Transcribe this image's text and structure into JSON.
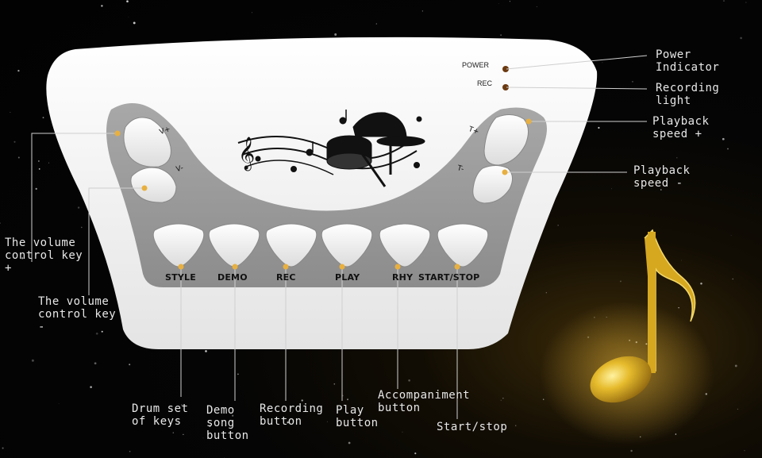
{
  "panel": {
    "indicators": [
      {
        "id": "power",
        "label": "POWER"
      },
      {
        "id": "rec",
        "label": "REC"
      }
    ],
    "volume_keys": [
      {
        "id": "vplus",
        "label": "V+"
      },
      {
        "id": "vminus",
        "label": "V-"
      }
    ],
    "tempo_keys": [
      {
        "id": "tplus",
        "label": "T+"
      },
      {
        "id": "tminus",
        "label": "T-"
      }
    ],
    "buttons": [
      {
        "id": "style",
        "label": "STYLE"
      },
      {
        "id": "demo",
        "label": "DEMO"
      },
      {
        "id": "rec",
        "label": "REC"
      },
      {
        "id": "play",
        "label": "PLAY"
      },
      {
        "id": "rhy",
        "label": "RHY"
      },
      {
        "id": "startstop",
        "label": "START/STOP"
      }
    ]
  },
  "callouts": {
    "power_indicator": "Power\nIndicator",
    "recording_light": "Recording\nlight",
    "playback_speed_plus": "Playback\nspeed +",
    "playback_speed_minus": "Playback\nspeed -",
    "volume_plus": "The volume\ncontrol key\n +",
    "volume_minus": "The volume\n control key\n-",
    "drum_set": "Drum set\nof keys",
    "demo_song": "Demo\nsong\nbutton",
    "recording_button": "Recording\n button",
    "play_button": "Play\nbutton",
    "accompaniment": "Accompaniment\nbutton",
    "start_stop": "Start/stop"
  },
  "colors": {
    "panel_white": "#f7f7f7",
    "panel_gray": "#9a9a9a",
    "dot_gold": "#e8b040",
    "note_gold": "#d6a820",
    "led_brown": "#6b3a10"
  }
}
